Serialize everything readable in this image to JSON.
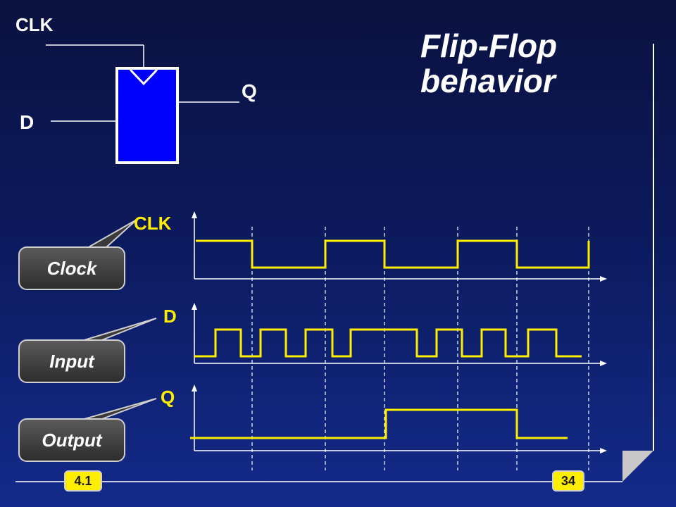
{
  "slide": {
    "title_line1": "Flip-Flop",
    "title_line2": "behavior",
    "section": "4.1",
    "page_number": "34"
  },
  "flipflop": {
    "clk_label": "CLK",
    "d_label": "D",
    "q_label": "Q"
  },
  "timing": {
    "clk_label": "CLK",
    "d_label": "D",
    "q_label": "Q"
  },
  "callouts": {
    "clock": "Clock",
    "input": "Input",
    "output": "Output"
  },
  "colors": {
    "signal": "#ffee00",
    "block": "#0000ff",
    "text": "#ffffff"
  }
}
